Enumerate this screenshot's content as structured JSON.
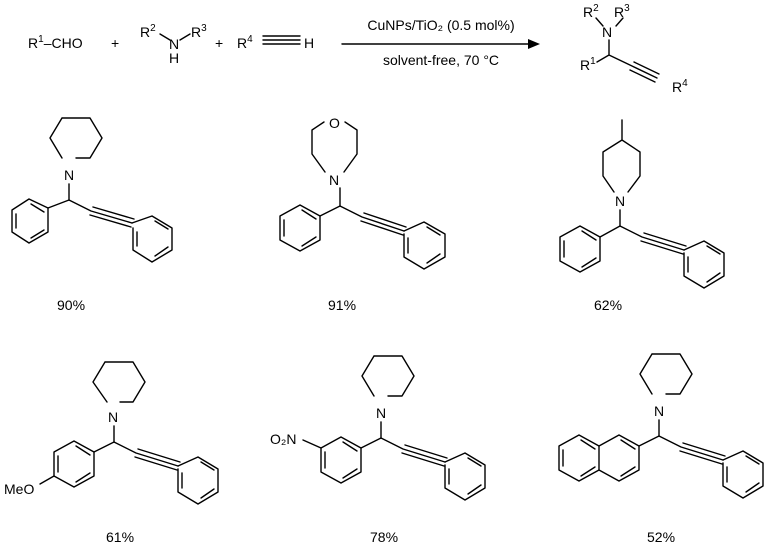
{
  "reaction": {
    "r1cho": {
      "r": "R",
      "sup": "1",
      "tail": "–CHO"
    },
    "plus": "+",
    "amine": {
      "r2": "R",
      "r2sup": "2",
      "n": "N",
      "h": "H",
      "r3": "R",
      "r3sup": "3"
    },
    "alkyne": {
      "r4": "R",
      "r4sup": "4",
      "h": "H"
    },
    "conditions_top": "CuNPs/TiO₂ (0.5 mol%)",
    "conditions_bottom": "solvent-free, 70 °C",
    "product": {
      "r1": "R",
      "r1sup": "1",
      "r2": "R",
      "r2sup": "2",
      "n": "N",
      "r3": "R",
      "r3sup": "3",
      "r4": "R",
      "r4sup": "4"
    }
  },
  "products": [
    {
      "amine_label": "N",
      "yield": "90%"
    },
    {
      "amine_label": "N",
      "hetero_label": "O",
      "yield": "91%"
    },
    {
      "amine_label": "N",
      "yield": "62%"
    },
    {
      "amine_label": "N",
      "substituent_label": "MeO",
      "yield": "61%"
    },
    {
      "amine_label": "N",
      "substituent_label": "O₂N",
      "yield": "78%"
    },
    {
      "amine_label": "N",
      "yield": "52%"
    }
  ]
}
